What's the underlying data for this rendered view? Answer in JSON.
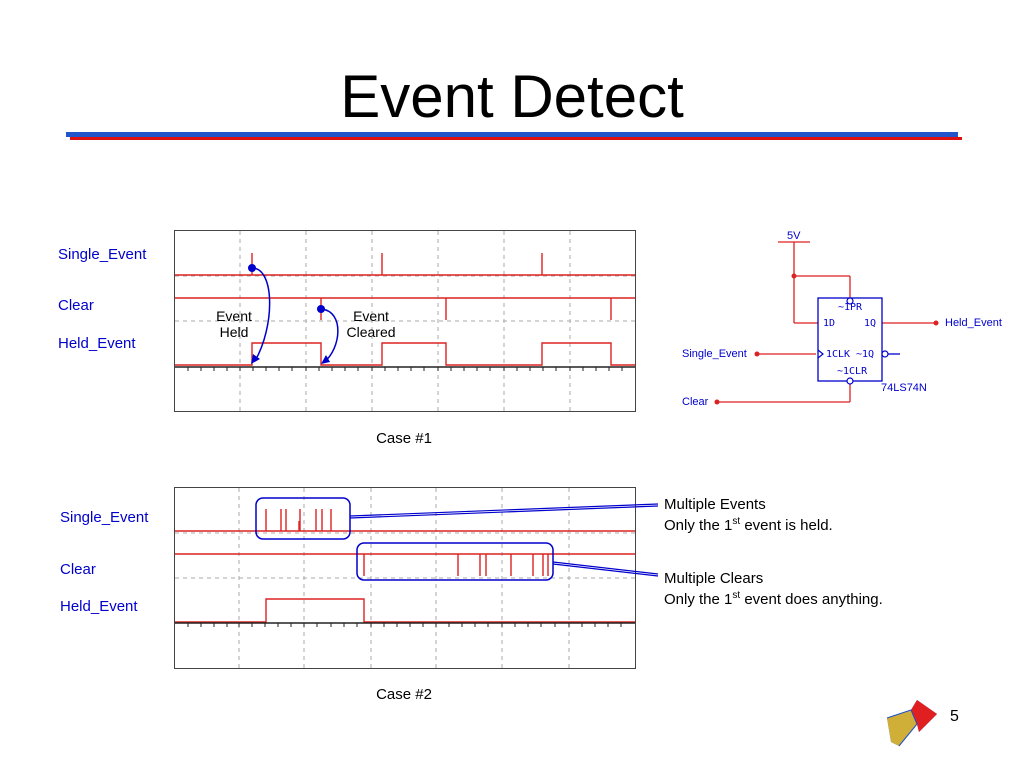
{
  "slide": {
    "title": "Event Detect",
    "number": "5"
  },
  "case1": {
    "labels": {
      "single": "Single_Event",
      "clear": "Clear",
      "held": "Held_Event"
    },
    "caption": "Case #1",
    "note_held": [
      "Event",
      "Held"
    ],
    "note_cleared": [
      "Event",
      "Cleared"
    ]
  },
  "case2": {
    "labels": {
      "single": "Single_Event",
      "clear": "Clear",
      "held": "Held_Event"
    },
    "caption": "Case #2",
    "callout_events": {
      "line1": "Multiple Events",
      "line2_pre": "Only the 1",
      "line2_sup": "st",
      "line2_post": " event is held."
    },
    "callout_clears": {
      "line1": "Multiple Clears",
      "line2_pre": "Only the 1",
      "line2_sup": "st",
      "line2_post": " event does anything."
    }
  },
  "schematic": {
    "vcc": "5V",
    "pin_pr": "~1PR",
    "pin_d": "1D",
    "pin_q": "1Q",
    "pin_clk": "1CLK",
    "pin_nq": "~1Q",
    "pin_clr": "~1CLR",
    "net_held": "Held_Event",
    "net_single": "Single_Event",
    "net_clear": "Clear",
    "part": "74LS74N"
  },
  "colors": {
    "signal": "#dd2222",
    "annotation": "#0000cc",
    "grid": "#aaaaaa"
  }
}
